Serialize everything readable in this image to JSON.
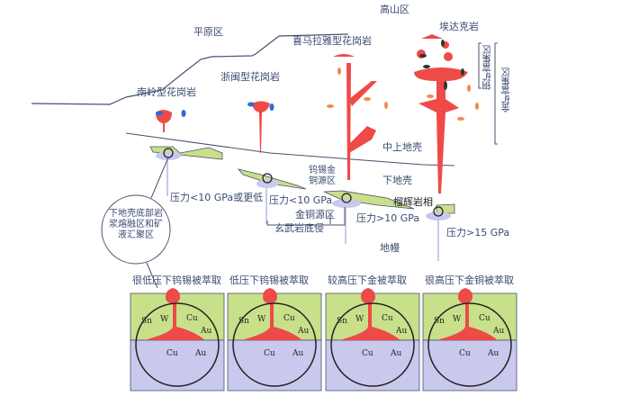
{
  "regions": {
    "plain": "平原区",
    "highland": "高山区"
  },
  "granites": {
    "nanling": "南岭型花岗岩",
    "zhemin": "浙闽型花岗岩",
    "himalaya": "喜马拉雅型花岗岩",
    "adakite": "埃达克岩"
  },
  "enrichment": {
    "copper": "铜矿富集区",
    "gold": "金矿富集区"
  },
  "crust": {
    "upper": "中上地壳",
    "lower": "下地壳",
    "mantle": "地幔",
    "eclogite": "榴辉岩相"
  },
  "sources": {
    "w_sn_au_cu": "钨锡金铜源区",
    "au_cu": "金铜源区",
    "basalt": "玄武岩底侵"
  },
  "pressures": [
    "压力<10 GPa或更低",
    "压力<10 GPa",
    "压力>10 GPa",
    "压力>15 GPa"
  ],
  "circle_label": "下地壳底部岩浆熔融区和矿液汇聚区",
  "panels": [
    {
      "title": "很低压下钨锡被萃取",
      "top": [
        "Sn",
        "W",
        "Cu",
        "Au"
      ],
      "bottom": [
        "Cu",
        "Au"
      ]
    },
    {
      "title": "低压下钨锡被萃取",
      "top": [
        "Sn",
        "W",
        "Cu",
        "Au"
      ],
      "bottom": [
        "Cu",
        "Au"
      ]
    },
    {
      "title": "较高压下金被萃取",
      "top": [
        "Sn",
        "W",
        "Cu",
        "Au"
      ],
      "bottom": [
        "Cu",
        "Au"
      ]
    },
    {
      "title": "很高压下金铜被萃取",
      "top": [
        "Sn",
        "W",
        "Cu",
        "Au"
      ],
      "bottom": [
        "Cu",
        "Au"
      ]
    }
  ],
  "colors": {
    "magma": "#ee4a48",
    "crust_green": "#c8e08a",
    "mantle_purple": "#c9c9ee",
    "line": "#4a5070"
  }
}
